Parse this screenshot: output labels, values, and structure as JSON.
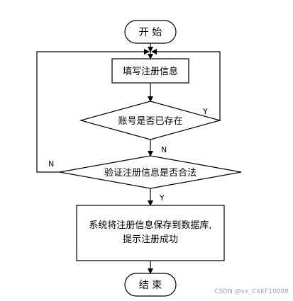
{
  "flowchart": {
    "start": "开 始",
    "fill_info": "填写注册信息",
    "account_exists": "账号是否已存在",
    "validate_info": "验证注册信息是否合法",
    "save_line1": "系统将注册信息保存到数据库,",
    "save_line2": "提示注册成功",
    "end": "结 束",
    "yes_exists": "Y",
    "no_exists": "N",
    "no_valid": "N",
    "yes_valid": "Y"
  },
  "watermark": "CSDN @vx_CXKF10088"
}
